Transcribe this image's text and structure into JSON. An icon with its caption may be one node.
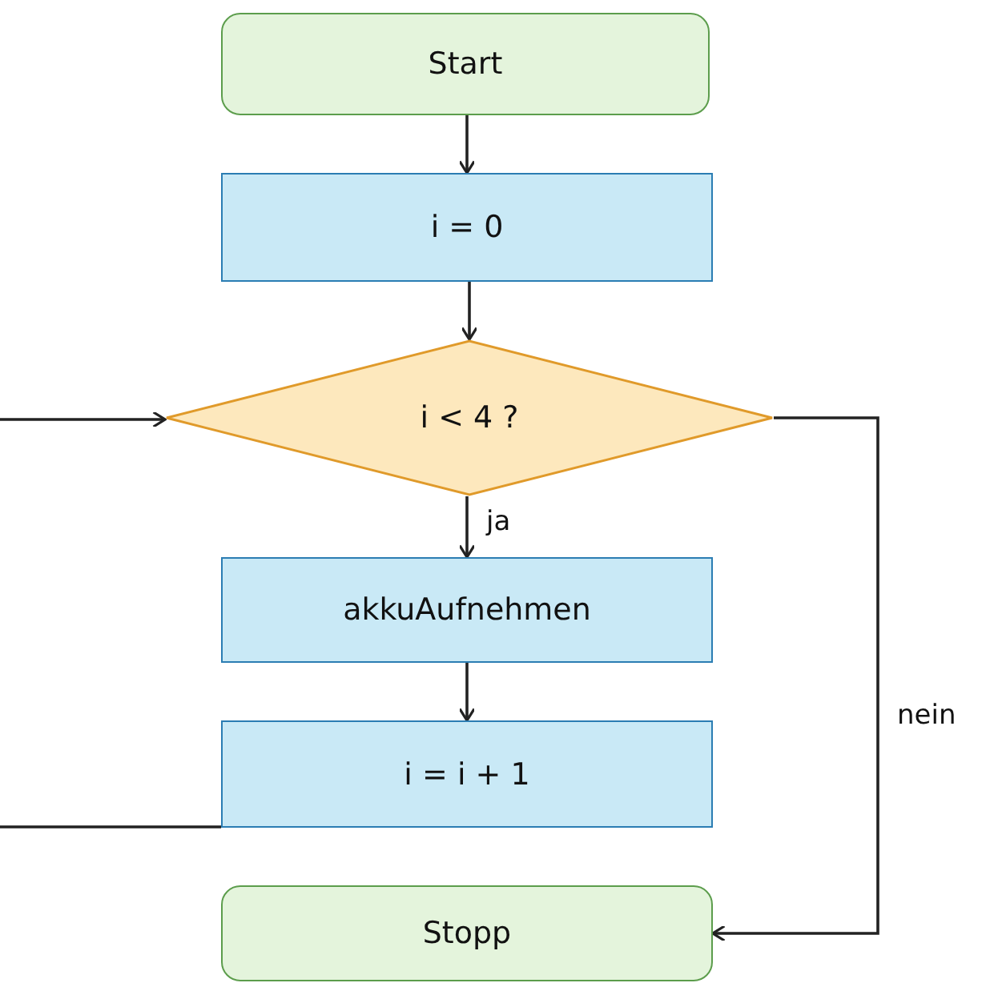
{
  "diagram": {
    "nodes": [
      {
        "text": [
          "Start"
        ]
      },
      {
        "text": [
          "i = 0"
        ]
      },
      {
        "text": [
          "i < 4 ?"
        ]
      },
      {
        "text": [
          "akkuAufnehmen"
        ]
      },
      {
        "text": [
          "i = i + 1"
        ]
      },
      {
        "text": [
          "Stopp"
        ]
      }
    ],
    "edges": [
      {
        "from": 0,
        "to": 1,
        "arrow": "to"
      },
      {
        "from": 1,
        "to": 2,
        "arrow": "to"
      },
      {
        "from": 2,
        "to": 3,
        "arrow": "to",
        "label": "ja"
      },
      {
        "from": 3,
        "to": 4,
        "arrow": "to"
      },
      {
        "from": 4,
        "to": null,
        "arrow": "none"
      },
      {
        "from": null,
        "to": 2,
        "arrow": "to"
      },
      {
        "from": 2,
        "to": 5,
        "arrow": "to",
        "label": "nein"
      }
    ]
  }
}
